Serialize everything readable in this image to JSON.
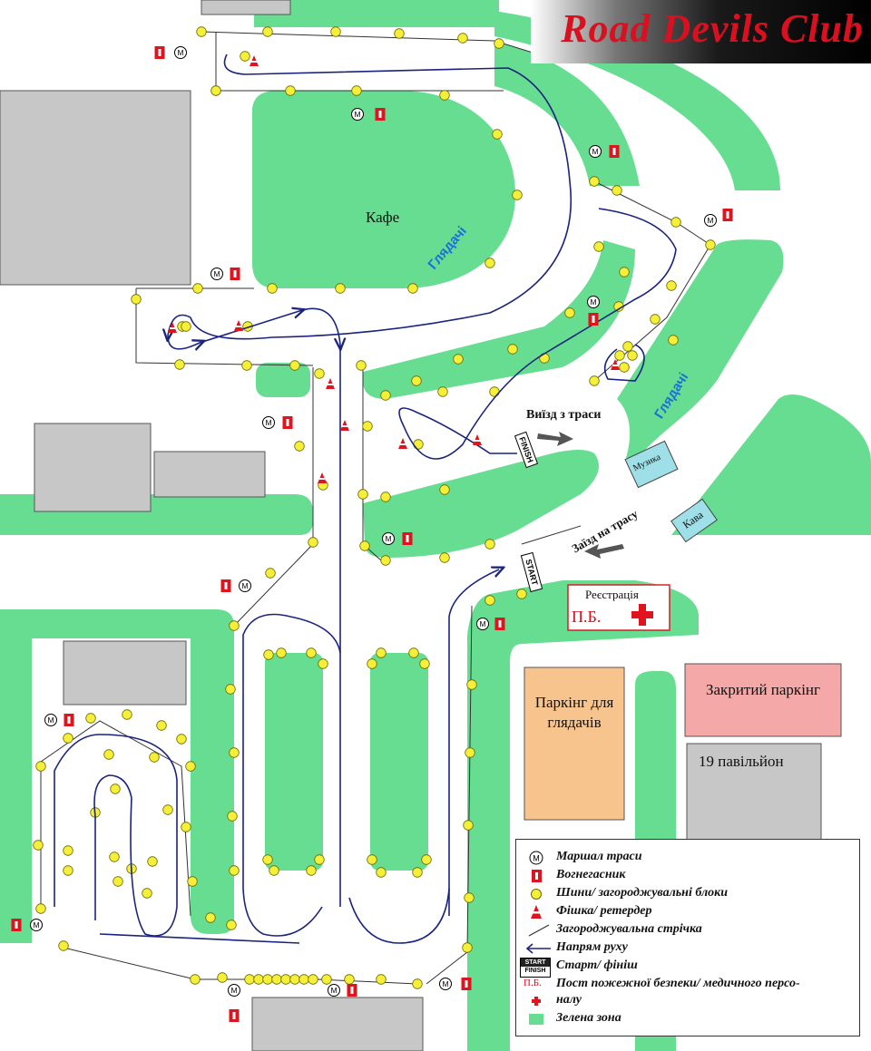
{
  "banner": {
    "title": "Road Devils Club"
  },
  "map": {
    "cafe_label": "Кафе",
    "spectators_label": "Глядачі",
    "exit_label": "Виїзд з траси",
    "entry_label": "Заїзд на трасу",
    "music_label": "Музика",
    "coffee_label": "Кава",
    "registration_label": "Реєстрація",
    "fire_post_label": "П.Б.",
    "parking_spectators_label": "Паркінг для глядачів",
    "closed_parking_label": "Закритий паркінг",
    "pavilion_label": "19 павільйон",
    "start_sign": "START",
    "finish_sign": "FINISH",
    "marshal_symbol": "M"
  },
  "legend": {
    "items": [
      {
        "label": "Маршал траси",
        "icon": "marshal-icon"
      },
      {
        "label": "Вогнегасник",
        "icon": "extinguisher-icon"
      },
      {
        "label": "Шини/ загороджувальні блоки",
        "icon": "tire-icon"
      },
      {
        "label": "Фішка/ ретердер",
        "icon": "cone-icon"
      },
      {
        "label": "Загороджувальна стрічка",
        "icon": "tape-icon"
      },
      {
        "label": "Напрям руху",
        "icon": "direction-arrow-icon"
      },
      {
        "label": "Старт/ фініш",
        "icon": "start-finish-icon"
      },
      {
        "label": "Пост пожежної безпеки/ медичного персо-",
        "icon": "fire-post-icon"
      },
      {
        "label": "налу",
        "icon": "medical-cross-icon"
      },
      {
        "label": "Зелена зона",
        "icon": "green-zone-icon"
      }
    ],
    "start_line1": "START",
    "start_line2": "FINISH",
    "fire_post_symbol": "П.Б."
  },
  "colors": {
    "green": "#66dd91",
    "building": "#c7c7c7",
    "track": "#1a237e",
    "tire": "#f5ef3a",
    "extinguisher": "#e0141e",
    "parking": "#f8c48e",
    "closed_parking": "#f5a8a8",
    "music": "#9fe0e8",
    "brand": "#d81020"
  }
}
